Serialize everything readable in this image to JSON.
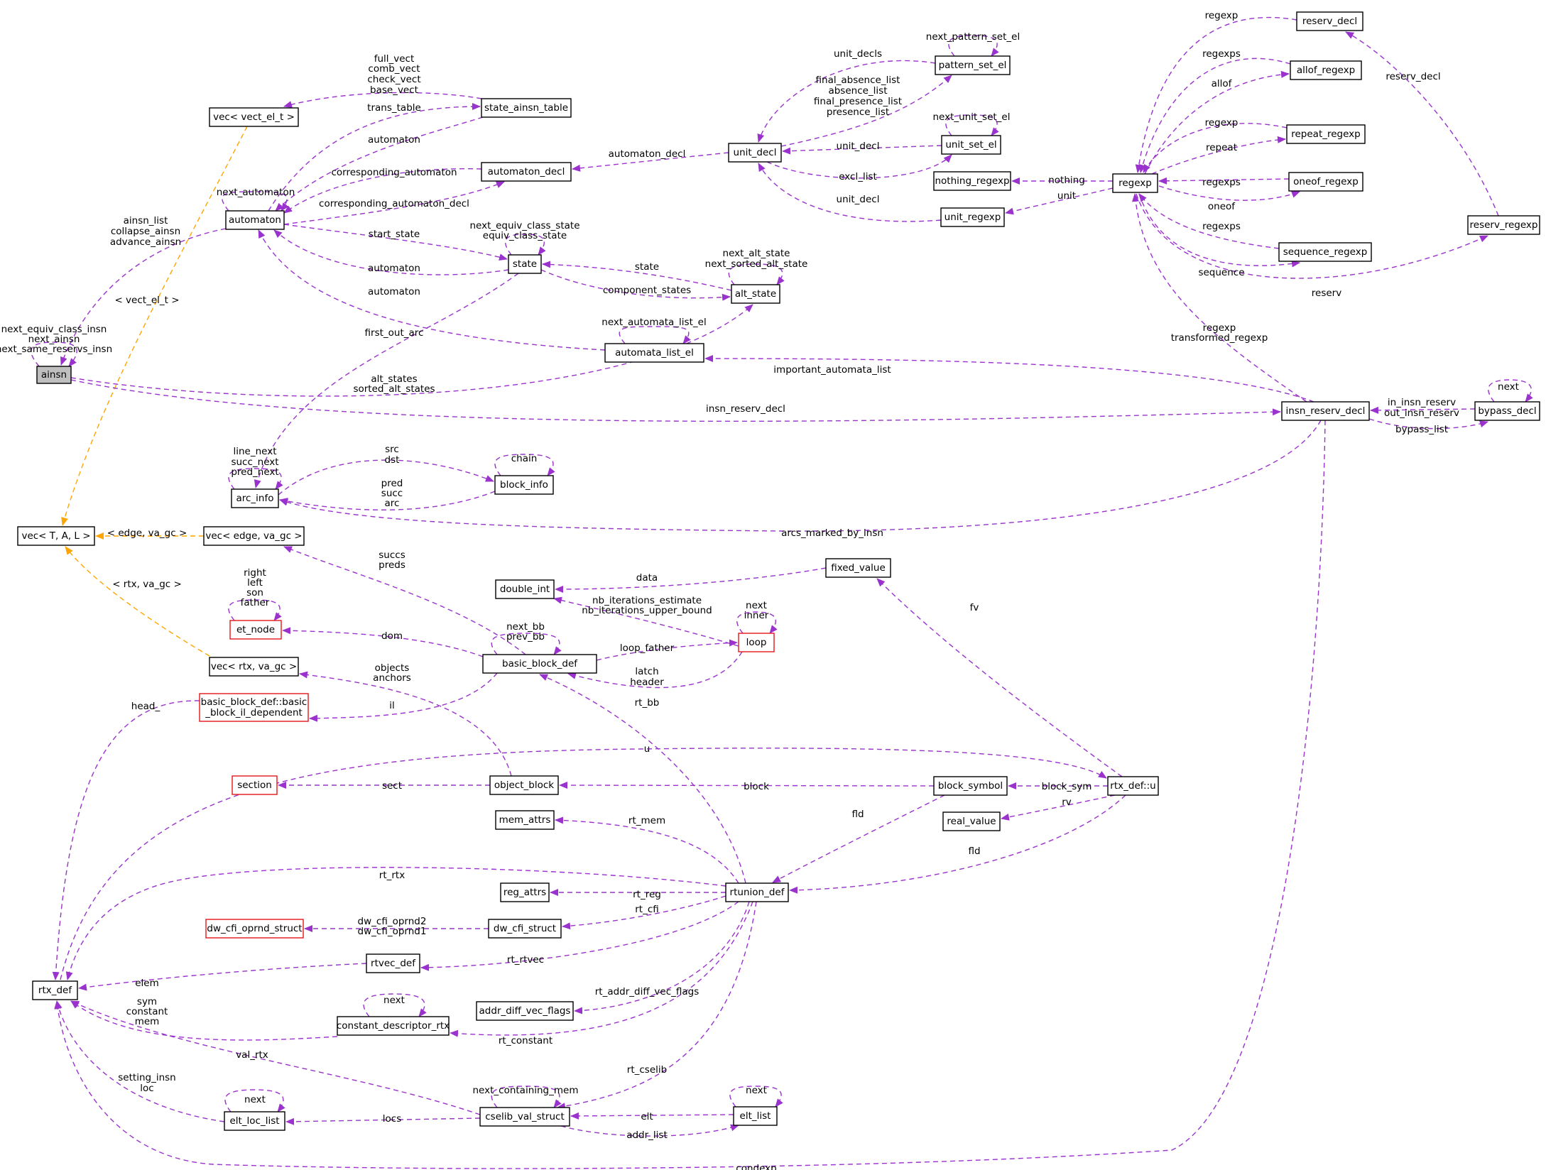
{
  "colors": {
    "member": "#9a32cd",
    "template": "#ffa500",
    "redBorder": "#e3161b",
    "highlight": "#bfbfbf"
  },
  "nodes": [
    {
      "id": "ainsn",
      "label": "ainsn",
      "style": "hl"
    },
    {
      "id": "vec_tal",
      "label": "vec< T, A, L >"
    },
    {
      "id": "vec_vect",
      "label": "vec< vect_el_t >"
    },
    {
      "id": "vec_edge",
      "label": "vec< edge, va_gc >"
    },
    {
      "id": "vec_rtx",
      "label": "vec< rtx, va_gc >"
    },
    {
      "id": "automaton",
      "label": "automaton"
    },
    {
      "id": "state_ainsn_table",
      "label": "state_ainsn_table"
    },
    {
      "id": "automaton_decl",
      "label": "automaton_decl"
    },
    {
      "id": "state",
      "label": "state"
    },
    {
      "id": "alt_state",
      "label": "alt_state"
    },
    {
      "id": "automata_list_el",
      "label": "automata_list_el"
    },
    {
      "id": "unit_decl",
      "label": "unit_decl"
    },
    {
      "id": "pattern_set_el",
      "label": "pattern_set_el"
    },
    {
      "id": "unit_set_el",
      "label": "unit_set_el"
    },
    {
      "id": "nothing_regexp",
      "label": "nothing_regexp"
    },
    {
      "id": "unit_regexp",
      "label": "unit_regexp"
    },
    {
      "id": "regexp",
      "label": "regexp"
    },
    {
      "id": "reserv_decl",
      "label": "reserv_decl"
    },
    {
      "id": "allof_regexp",
      "label": "allof_regexp"
    },
    {
      "id": "repeat_regexp",
      "label": "repeat_regexp"
    },
    {
      "id": "oneof_regexp",
      "label": "oneof_regexp"
    },
    {
      "id": "sequence_regexp",
      "label": "sequence_regexp"
    },
    {
      "id": "reserv_regexp",
      "label": "reserv_regexp"
    },
    {
      "id": "insn_reserv_decl",
      "label": "insn_reserv_decl"
    },
    {
      "id": "bypass_decl",
      "label": "bypass_decl"
    },
    {
      "id": "arc_info",
      "label": "arc_info"
    },
    {
      "id": "block_info",
      "label": "block_info"
    },
    {
      "id": "et_node",
      "label": "et_node",
      "style": "red"
    },
    {
      "id": "double_int",
      "label": "double_int"
    },
    {
      "id": "fixed_value",
      "label": "fixed_value"
    },
    {
      "id": "loop",
      "label": "loop",
      "style": "red"
    },
    {
      "id": "basic_block_def",
      "label": "basic_block_def"
    },
    {
      "id": "bb_il",
      "label": "basic_block_def::basic\n_block_il_dependent",
      "style": "red"
    },
    {
      "id": "section",
      "label": "section",
      "style": "red"
    },
    {
      "id": "object_block",
      "label": "object_block"
    },
    {
      "id": "block_symbol",
      "label": "block_symbol"
    },
    {
      "id": "rtx_def_u",
      "label": "rtx_def::u"
    },
    {
      "id": "mem_attrs",
      "label": "mem_attrs"
    },
    {
      "id": "real_value",
      "label": "real_value"
    },
    {
      "id": "rtunion_def",
      "label": "rtunion_def"
    },
    {
      "id": "reg_attrs",
      "label": "reg_attrs"
    },
    {
      "id": "dw_cfi_oprnd_struct",
      "label": "dw_cfi_oprnd_struct",
      "style": "red"
    },
    {
      "id": "dw_cfi_struct",
      "label": "dw_cfi_struct"
    },
    {
      "id": "rtvec_def",
      "label": "rtvec_def"
    },
    {
      "id": "rtx_def",
      "label": "rtx_def"
    },
    {
      "id": "addr_diff_vec_flags",
      "label": "addr_diff_vec_flags"
    },
    {
      "id": "constant_descriptor_rtx",
      "label": "constant_descriptor_rtx"
    },
    {
      "id": "cselib_val_struct",
      "label": "cselib_val_struct"
    },
    {
      "id": "elt_loc_list",
      "label": "elt_loc_list"
    },
    {
      "id": "elt_list",
      "label": "elt_list"
    }
  ],
  "edges": [
    {
      "id": "e_self_ainsn",
      "label": "next_equiv_class_insn\nnext_ainsn\nnext_same_reservs_insn",
      "kind": "member"
    },
    {
      "id": "e_automaton_ainsn",
      "label": "ainsn_list\ncollapse_ainsn\nadvance_ainsn",
      "kind": "member"
    },
    {
      "id": "e_vecvect_vectal",
      "label": "< vect_el_t >",
      "kind": "template"
    },
    {
      "id": "e_vecedge_vectal",
      "label": "< edge, va_gc >",
      "kind": "template"
    },
    {
      "id": "e_vecrtx_vectal",
      "label": "< rtx, va_gc >",
      "kind": "template"
    },
    {
      "id": "e_sat_vecvect",
      "label": "full_vect\ncomb_vect\ncheck_vect\nbase_vect",
      "kind": "member"
    },
    {
      "id": "e_automaton_sat",
      "label": "trans_table",
      "kind": "member"
    },
    {
      "id": "e_sat_automaton",
      "label": "automaton",
      "kind": "member"
    },
    {
      "id": "e_self_automaton",
      "label": "next_automaton",
      "kind": "member"
    },
    {
      "id": "e_ad_automaton",
      "label": "corresponding_automaton",
      "kind": "member"
    },
    {
      "id": "e_automaton_ad",
      "label": "corresponding_automaton_decl",
      "kind": "member"
    },
    {
      "id": "e_automaton_state",
      "label": "start_state",
      "kind": "member"
    },
    {
      "id": "e_state_automaton",
      "label": "automaton",
      "kind": "member"
    },
    {
      "id": "e_self_state",
      "label": "next_equiv_class_state\nequiv_class_state",
      "kind": "member"
    },
    {
      "id": "e_als_automaton",
      "label": "automaton",
      "kind": "member"
    },
    {
      "id": "e_altstate_state",
      "label": "state",
      "kind": "member"
    },
    {
      "id": "e_state_altstate",
      "label": "component_states",
      "kind": "member"
    },
    {
      "id": "e_self_altstate",
      "label": "next_alt_state\nnext_sorted_alt_state",
      "kind": "member"
    },
    {
      "id": "e_self_als",
      "label": "next_automata_list_el",
      "kind": "member"
    },
    {
      "id": "e_ainsn_altstate",
      "label": "alt_states\nsorted_alt_states",
      "kind": "member"
    },
    {
      "id": "e_ainsn_ird",
      "label": "insn_reserv_decl",
      "kind": "member"
    },
    {
      "id": "e_ud_ad",
      "label": "automaton_decl",
      "kind": "member"
    },
    {
      "id": "e_pse_ud",
      "label": "unit_decls",
      "kind": "member"
    },
    {
      "id": "e_ud_pse",
      "label": "final_absence_list\nabsence_list\nfinal_presence_list\npresence_list",
      "kind": "member"
    },
    {
      "id": "e_self_pse",
      "label": "next_pattern_set_el",
      "kind": "member"
    },
    {
      "id": "e_use_ud",
      "label": "unit_decl",
      "kind": "member"
    },
    {
      "id": "e_ud_use",
      "label": "excl_list",
      "kind": "member"
    },
    {
      "id": "e_self_use",
      "label": "next_unit_set_el",
      "kind": "member"
    },
    {
      "id": "e_ur_ud",
      "label": "unit_decl",
      "kind": "member"
    },
    {
      "id": "e_regexp_nothing",
      "label": "nothing",
      "kind": "member"
    },
    {
      "id": "e_regexp_unit",
      "label": "unit",
      "kind": "member"
    },
    {
      "id": "e_rd_regexp",
      "label": "regexp",
      "kind": "member"
    },
    {
      "id": "e_allof_regexp",
      "label": "regexps",
      "kind": "member"
    },
    {
      "id": "e_regexp_allof",
      "label": "allof",
      "kind": "member"
    },
    {
      "id": "e_repeat_regexp",
      "label": "regexp",
      "kind": "member"
    },
    {
      "id": "e_regexp_repeat",
      "label": "repeat",
      "kind": "member"
    },
    {
      "id": "e_oneof_regexp",
      "label": "regexps",
      "kind": "member"
    },
    {
      "id": "e_regexp_oneof",
      "label": "oneof",
      "kind": "member"
    },
    {
      "id": "e_seq_regexp",
      "label": "regexps",
      "kind": "member"
    },
    {
      "id": "e_regexp_seq",
      "label": "sequence",
      "kind": "member"
    },
    {
      "id": "e_regexp_rr",
      "label": "reserv",
      "kind": "member"
    },
    {
      "id": "e_rr_rd",
      "label": "reserv_decl",
      "kind": "member"
    },
    {
      "id": "e_ird_regexp",
      "label": "regexp\ntransformed_regexp",
      "kind": "member"
    },
    {
      "id": "e_ird_als",
      "label": "important_automata_list",
      "kind": "member"
    },
    {
      "id": "e_bd_ird",
      "label": "in_insn_reserv\nout_insn_reserv",
      "kind": "member"
    },
    {
      "id": "e_ird_bd",
      "label": "bypass_list",
      "kind": "member"
    },
    {
      "id": "e_self_bd",
      "label": "next",
      "kind": "member"
    },
    {
      "id": "e_state_arcinfo",
      "label": "first_out_arc",
      "kind": "member"
    },
    {
      "id": "e_self_arcinfo",
      "label": "line_next\nsucc_next\npred_next",
      "kind": "member"
    },
    {
      "id": "e_arcinfo_bi",
      "label": "src\ndst",
      "kind": "member"
    },
    {
      "id": "e_bi_arcinfo",
      "label": "pred\nsucc\narc",
      "kind": "member"
    },
    {
      "id": "e_self_bi",
      "label": "chain",
      "kind": "member"
    },
    {
      "id": "e_ird_arcinfo",
      "label": "arcs_marked_by_insn",
      "kind": "member"
    },
    {
      "id": "e_bbd_vecedge",
      "label": "succs\npreds",
      "kind": "member"
    },
    {
      "id": "e_self_et",
      "label": "right\nleft\nson\nfather",
      "kind": "member"
    },
    {
      "id": "e_bbd_et",
      "label": "dom",
      "kind": "member"
    },
    {
      "id": "e_self_bbd",
      "label": "next_bb\nprev_bb",
      "kind": "member"
    },
    {
      "id": "e_fv_di",
      "label": "data",
      "kind": "member"
    },
    {
      "id": "e_loop_di",
      "label": "nb_iterations_estimate\nnb_iterations_upper_bound",
      "kind": "member"
    },
    {
      "id": "e_self_loop",
      "label": "next\ninner",
      "kind": "member"
    },
    {
      "id": "e_bbd_loop",
      "label": "loop_father",
      "kind": "member"
    },
    {
      "id": "e_loop_bbd",
      "label": "latch\nheader",
      "kind": "member"
    },
    {
      "id": "e_ob_vecrtx",
      "label": "objects\nanchors",
      "kind": "member"
    },
    {
      "id": "e_bbd_il",
      "label": "il",
      "kind": "member"
    },
    {
      "id": "e_il_rtx",
      "label": "head_",
      "kind": "member"
    },
    {
      "id": "e_rtu_bbd",
      "label": "rt_bb",
      "kind": "member"
    },
    {
      "id": "e_rtxdefu_fv",
      "label": "fv",
      "kind": "member"
    },
    {
      "id": "e_rtx_rtxdefu",
      "label": "u",
      "kind": "member"
    },
    {
      "id": "e_ob_section",
      "label": "sect",
      "kind": "member"
    },
    {
      "id": "e_bs_ob",
      "label": "block",
      "kind": "member"
    },
    {
      "id": "e_rtxdefu_bs",
      "label": "block_sym",
      "kind": "member"
    },
    {
      "id": "e_rtxdefu_rv",
      "label": "rv",
      "kind": "member"
    },
    {
      "id": "e_bs_rtu",
      "label": "fld",
      "kind": "member"
    },
    {
      "id": "e_rtxdefu_rtu",
      "label": "fld",
      "kind": "member"
    },
    {
      "id": "e_rtu_mem",
      "label": "rt_mem",
      "kind": "member"
    },
    {
      "id": "e_rtu_rtx",
      "label": "rt_rtx",
      "kind": "member"
    },
    {
      "id": "e_rtu_reg",
      "label": "rt_reg",
      "kind": "member"
    },
    {
      "id": "e_rtu_dwcfi",
      "label": "rt_cfi",
      "kind": "member"
    },
    {
      "id": "e_dwcfi_oprnd",
      "label": "dw_cfi_oprnd2\ndw_cfi_oprnd1",
      "kind": "member"
    },
    {
      "id": "e_rtu_rtvec",
      "label": "rt_rtvec",
      "kind": "member"
    },
    {
      "id": "e_rtvec_rtx",
      "label": "elem",
      "kind": "member"
    },
    {
      "id": "e_rtu_advf",
      "label": "rt_addr_diff_vec_flags",
      "kind": "member"
    },
    {
      "id": "e_cdr_rtx",
      "label": "sym\nconstant\nmem",
      "kind": "member"
    },
    {
      "id": "e_self_cdr",
      "label": "next",
      "kind": "member"
    },
    {
      "id": "e_rtu_cdr",
      "label": "rt_constant",
      "kind": "member"
    },
    {
      "id": "e_cvs_rtx",
      "label": "val_rtx",
      "kind": "member"
    },
    {
      "id": "e_rtu_cvs",
      "label": "rt_cselib",
      "kind": "member"
    },
    {
      "id": "e_self_cvs",
      "label": "next_containing_mem",
      "kind": "member"
    },
    {
      "id": "e_ell_rtx",
      "label": "setting_insn\nloc",
      "kind": "member"
    },
    {
      "id": "e_self_ell",
      "label": "next",
      "kind": "member"
    },
    {
      "id": "e_cvs_ell",
      "label": "locs",
      "kind": "member"
    },
    {
      "id": "e_el_cvs",
      "label": "elt",
      "kind": "member"
    },
    {
      "id": "e_cvs_el",
      "label": "addr_list",
      "kind": "member"
    },
    {
      "id": "e_self_el",
      "label": "next",
      "kind": "member"
    },
    {
      "id": "e_ird_rtx",
      "label": "condexp",
      "kind": "member"
    }
  ]
}
